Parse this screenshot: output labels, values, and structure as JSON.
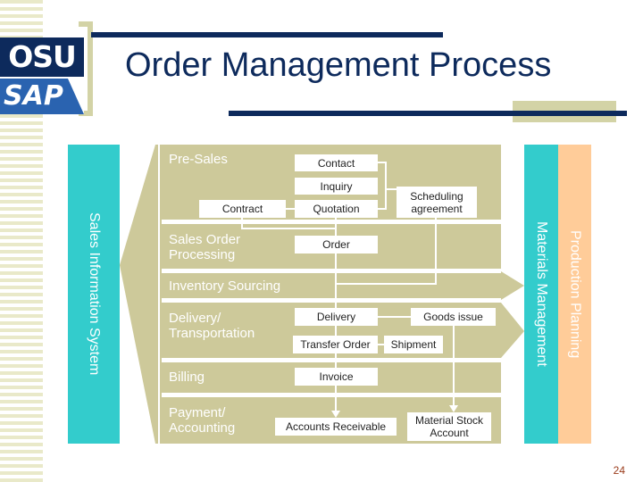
{
  "slide": {
    "title": "Order Management Process",
    "page_number": "24"
  },
  "logo": {
    "osu_text": "OSU",
    "sap_text": "SAP"
  },
  "side_panels": {
    "left": "Sales Information System",
    "right_inner": "Materials Management",
    "right_outer": "Production Planning"
  },
  "stages": {
    "presales": "Pre-Sales",
    "sales_order": "Sales Order Processing",
    "inventory": "Inventory Sourcing",
    "delivery": "Delivery/ Transportation",
    "billing": "Billing",
    "payment": "Payment/ Accounting"
  },
  "boxes": {
    "contact": "Contact",
    "inquiry": "Inquiry",
    "quotation": "Quotation",
    "contract": "Contract",
    "scheduling": "Scheduling agreement",
    "order": "Order",
    "delivery": "Delivery",
    "goods_issue": "Goods issue",
    "transfer_order": "Transfer Order",
    "shipment": "Shipment",
    "invoice": "Invoice",
    "accounts_receivable": "Accounts Receivable",
    "material_stock": "Material Stock Account"
  },
  "colors": {
    "band": "#cdc99a",
    "teal": "#33cccc",
    "peach": "#ffcc99",
    "navy": "#0d2a5c"
  }
}
